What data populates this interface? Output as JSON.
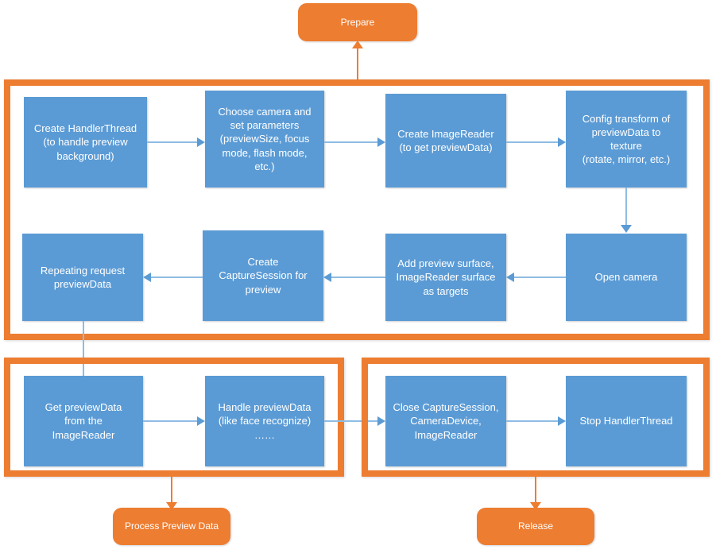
{
  "diagram": {
    "title_nodes": {
      "prepare": "Prepare",
      "process_preview_data": "Process Preview Data",
      "release": "Release"
    },
    "colors": {
      "orange": "#ED7D31",
      "blue": "#5B9BD5",
      "connector_blue": "#8FBCE3",
      "background": "#FFFFFF",
      "text": "#FFFFFF"
    },
    "groups": [
      {
        "name": "prepare-group",
        "label": ""
      },
      {
        "name": "process-group",
        "label": ""
      },
      {
        "name": "release-group",
        "label": ""
      }
    ],
    "nodes": {
      "create_handler_thread": "Create HandlerThread\n(to handle preview\nbackground)",
      "choose_camera": "Choose camera and\nset parameters\n(previewSize, focus\nmode, flash mode,\netc.)",
      "create_imagereader": "Create ImageReader\n(to get previewData)",
      "config_transform": "Config transform of\npreviewData to\ntexture\n(rotate, mirror, etc.)",
      "open_camera": "Open camera",
      "add_preview_surface": "Add preview surface,\nImageReader surface\nas targets",
      "create_capturesession": "Create\nCaptureSession for\npreview",
      "repeating_request": "Repeating request\npreviewData",
      "get_previewdata": "Get previewData\nfrom the\nImageReader",
      "handle_previewdata": "Handle previewData\n(like face recognize)\n……",
      "close_session": "Close CaptureSession,\nCameraDevice,\nImageReader",
      "stop_handler_thread": "Stop HandlerThread"
    },
    "edges": [
      {
        "name": "edge-create-handler-to-choose-camera",
        "from": "create_handler_thread",
        "to": "choose_camera",
        "direction": "right"
      },
      {
        "name": "edge-choose-camera-to-create-imagereader",
        "from": "choose_camera",
        "to": "create_imagereader",
        "direction": "right"
      },
      {
        "name": "edge-create-imagereader-to-config-transform",
        "from": "create_imagereader",
        "to": "config_transform",
        "direction": "right"
      },
      {
        "name": "edge-config-transform-to-open-camera",
        "from": "config_transform",
        "to": "open_camera",
        "direction": "down"
      },
      {
        "name": "edge-open-camera-to-add-preview-surface",
        "from": "open_camera",
        "to": "add_preview_surface",
        "direction": "left"
      },
      {
        "name": "edge-add-preview-surface-to-create-capturesession",
        "from": "add_preview_surface",
        "to": "create_capturesession",
        "direction": "left"
      },
      {
        "name": "edge-create-capturesession-to-repeating-request",
        "from": "create_capturesession",
        "to": "repeating_request",
        "direction": "left"
      },
      {
        "name": "edge-repeating-request-to-get-previewdata",
        "from": "repeating_request",
        "to": "get_previewdata",
        "direction": "down"
      },
      {
        "name": "edge-get-previewdata-to-handle-previewdata",
        "from": "get_previewdata",
        "to": "handle_previewdata",
        "direction": "right"
      },
      {
        "name": "edge-handle-previewdata-to-close-session",
        "from": "handle_previewdata",
        "to": "close_session",
        "direction": "right"
      },
      {
        "name": "edge-close-session-to-stop-handler-thread",
        "from": "close_session",
        "to": "stop_handler_thread",
        "direction": "right"
      },
      {
        "name": "edge-prepare-group-to-prepare",
        "from": "prepare-group",
        "to": "prepare",
        "direction": "up"
      },
      {
        "name": "edge-process-group-to-process-preview-data",
        "from": "process-group",
        "to": "process_preview_data",
        "direction": "down"
      },
      {
        "name": "edge-release-group-to-release",
        "from": "release-group",
        "to": "release",
        "direction": "down"
      }
    ]
  }
}
